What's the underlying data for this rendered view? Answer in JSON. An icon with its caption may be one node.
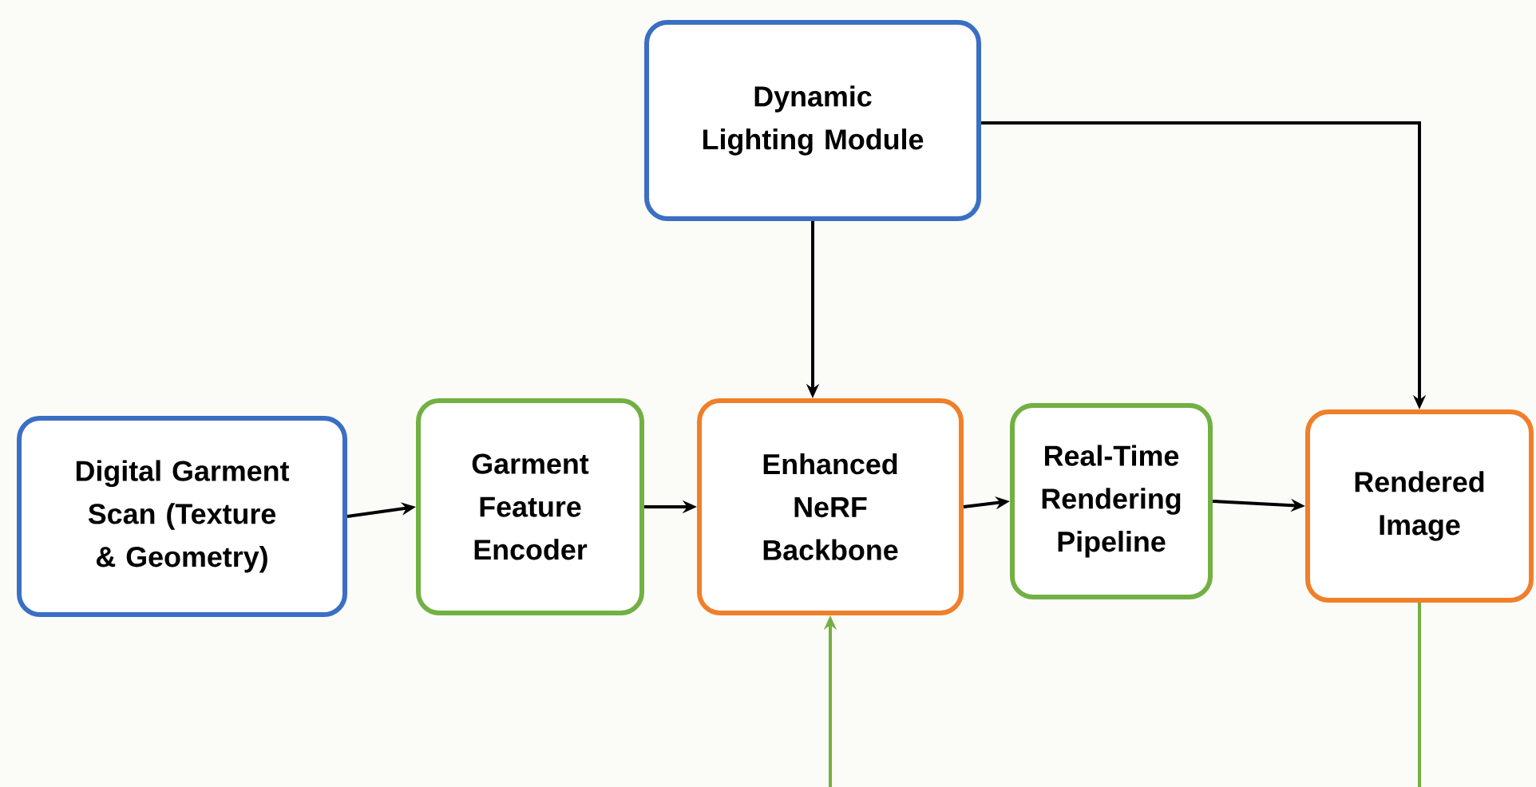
{
  "diagram": {
    "nodes": [
      {
        "text": [
          "Dynamic Lighting Module"
        ]
      },
      {
        "text": [
          "Digital Garment Scan (Texture & Geometry)"
        ]
      },
      {
        "text": [
          "Garment Feature Encoder"
        ]
      },
      {
        "text": [
          "Enhanced NeRF Backbone"
        ]
      },
      {
        "text": [
          "Real-Time Rendering Pipeline"
        ]
      },
      {
        "text": [
          "Rendered Image"
        ]
      }
    ],
    "edges": [
      {
        "from": 1,
        "to": 2,
        "arrow": "to"
      },
      {
        "from": 2,
        "to": 3,
        "arrow": "to"
      },
      {
        "from": 3,
        "to": 4,
        "arrow": "to"
      },
      {
        "from": 4,
        "to": 5,
        "arrow": "to"
      },
      {
        "from": 0,
        "to": 3,
        "arrow": "to"
      },
      {
        "from": 0,
        "to": 5,
        "arrow": "to"
      },
      {
        "from": null,
        "to": 3,
        "arrow": "to",
        "color": "#72b043"
      },
      {
        "from": 5,
        "to": null,
        "arrow": "none",
        "color": "#72b043"
      }
    ]
  }
}
